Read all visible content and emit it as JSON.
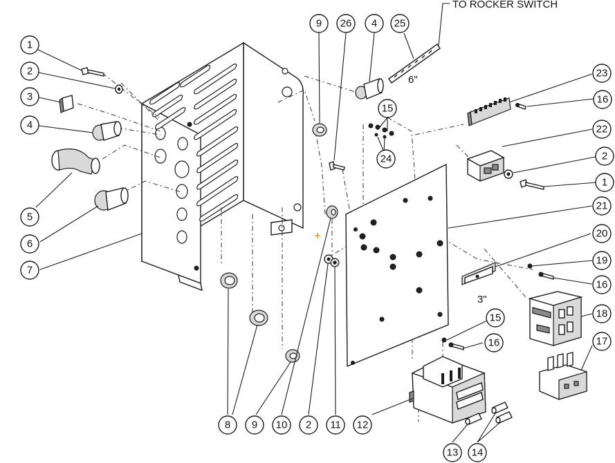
{
  "annotations": {
    "to_rocker_switch": "TO ROCKER SWITCH",
    "dim_6in": "6\"",
    "dim_3in": "3\""
  },
  "callouts": [
    {
      "label": "1"
    },
    {
      "label": "2"
    },
    {
      "label": "3"
    },
    {
      "label": "4"
    },
    {
      "label": "5"
    },
    {
      "label": "6"
    },
    {
      "label": "7"
    },
    {
      "label": "9"
    },
    {
      "label": "26"
    },
    {
      "label": "4"
    },
    {
      "label": "25"
    },
    {
      "label": "15"
    },
    {
      "label": "24"
    },
    {
      "label": "23"
    },
    {
      "label": "16"
    },
    {
      "label": "22"
    },
    {
      "label": "2"
    },
    {
      "label": "1"
    },
    {
      "label": "21"
    },
    {
      "label": "20"
    },
    {
      "label": "19"
    },
    {
      "label": "16"
    },
    {
      "label": "18"
    },
    {
      "label": "17"
    },
    {
      "label": "15"
    },
    {
      "label": "16"
    },
    {
      "label": "8"
    },
    {
      "label": "9"
    },
    {
      "label": "10"
    },
    {
      "label": "2"
    },
    {
      "label": "11"
    },
    {
      "label": "12"
    },
    {
      "label": "13"
    },
    {
      "label": "14"
    }
  ],
  "colors": {
    "line": "#1a1a1a",
    "background": "#ffffff",
    "marker": "#f0a500"
  }
}
